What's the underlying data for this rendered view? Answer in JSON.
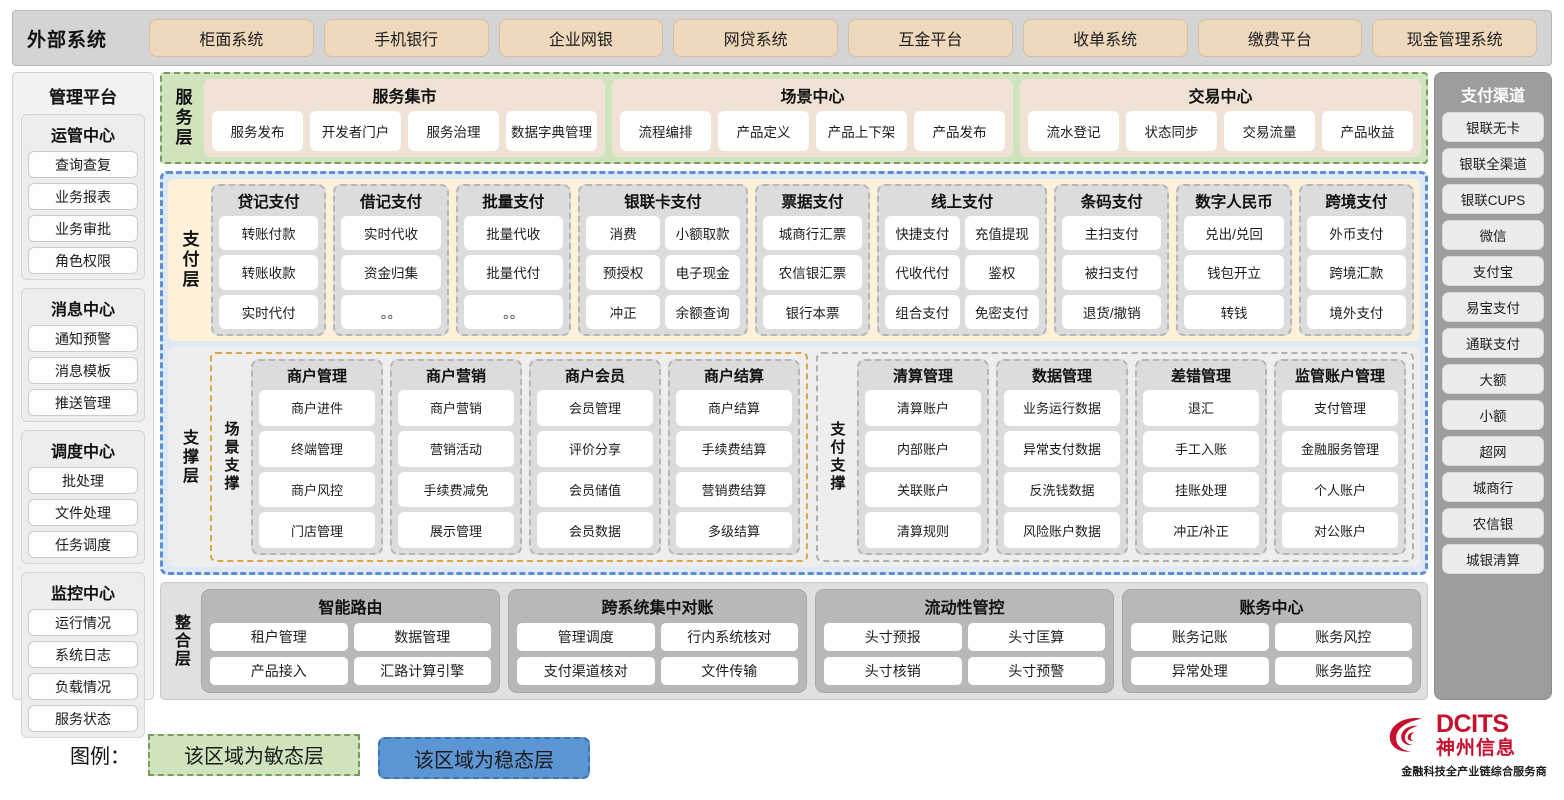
{
  "external": {
    "title": "外部系统",
    "items": [
      "柜面系统",
      "手机银行",
      "企业网银",
      "网贷系统",
      "互金平台",
      "收单系统",
      "缴费平台",
      "现金管理系统"
    ]
  },
  "left_panel": {
    "title": "管理平台",
    "groups": [
      {
        "title": "运管中心",
        "items": [
          "查询查复",
          "业务报表",
          "业务审批",
          "角色权限"
        ]
      },
      {
        "title": "消息中心",
        "items": [
          "通知预警",
          "消息模板",
          "推送管理"
        ]
      },
      {
        "title": "调度中心",
        "items": [
          "批处理",
          "文件处理",
          "任务调度"
        ]
      },
      {
        "title": "监控中心",
        "items": [
          "运行情况",
          "系统日志",
          "负载情况",
          "服务状态"
        ]
      }
    ]
  },
  "right_panel": {
    "title": "支付渠道",
    "items": [
      "银联无卡",
      "银联全渠道",
      "银联CUPS",
      "微信",
      "支付宝",
      "易宝支付",
      "通联支付",
      "大额",
      "小额",
      "超网",
      "城商行",
      "农信银",
      "城银清算"
    ]
  },
  "service_layer": {
    "tag": "服务层",
    "boxes": [
      {
        "title": "服务集市",
        "items": [
          "服务发布",
          "开发者门户",
          "服务治理",
          "数据字典管理"
        ]
      },
      {
        "title": "场景中心",
        "items": [
          "流程编排",
          "产品定义",
          "产品上下架",
          "产品发布"
        ]
      },
      {
        "title": "交易中心",
        "items": [
          "流水登记",
          "状态同步",
          "交易流量",
          "产品收益"
        ]
      }
    ]
  },
  "payment_layer": {
    "tag": "支付层",
    "columns": [
      {
        "title": "贷记支付",
        "cols": 1,
        "wide": false,
        "items": [
          "转账付款",
          "转账收款",
          "实时代付"
        ]
      },
      {
        "title": "借记支付",
        "cols": 1,
        "wide": false,
        "items": [
          "实时代收",
          "资金归集",
          "。。"
        ]
      },
      {
        "title": "批量支付",
        "cols": 1,
        "wide": false,
        "items": [
          "批量代收",
          "批量代付",
          "。。"
        ]
      },
      {
        "title": "银联卡支付",
        "cols": 2,
        "wide": true,
        "items": [
          "消费",
          "小额取款",
          "预授权",
          "电子现金",
          "冲正",
          "余额查询"
        ]
      },
      {
        "title": "票据支付",
        "cols": 1,
        "wide": false,
        "items": [
          "城商行汇票",
          "农信银汇票",
          "银行本票"
        ]
      },
      {
        "title": "线上支付",
        "cols": 2,
        "wide": true,
        "items": [
          "快捷支付",
          "充值提现",
          "代收代付",
          "鉴权",
          "组合支付",
          "免密支付"
        ]
      },
      {
        "title": "条码支付",
        "cols": 1,
        "wide": false,
        "items": [
          "主扫支付",
          "被扫支付",
          "退货/撤销"
        ]
      },
      {
        "title": "数字人民币",
        "cols": 1,
        "wide": false,
        "items": [
          "兑出/兑回",
          "钱包开立",
          "转钱"
        ]
      },
      {
        "title": "跨境支付",
        "cols": 1,
        "wide": false,
        "items": [
          "外币支付",
          "跨境汇款",
          "境外支付"
        ]
      }
    ]
  },
  "support_layer": {
    "tag": "支撑层",
    "zones": [
      {
        "tag": "场景支撑",
        "accent": "#d9a648",
        "columns": [
          {
            "title": "商户管理",
            "items": [
              "商户进件",
              "终端管理",
              "商户风控",
              "门店管理"
            ]
          },
          {
            "title": "商户营销",
            "items": [
              "商户营销",
              "营销活动",
              "手续费减免",
              "展示管理"
            ]
          },
          {
            "title": "商户会员",
            "items": [
              "会员管理",
              "评价分享",
              "会员储值",
              "会员数据"
            ]
          },
          {
            "title": "商户结算",
            "items": [
              "商户结算",
              "手续费结算",
              "营销费结算",
              "多级结算"
            ]
          }
        ]
      },
      {
        "tag": "支付支撑",
        "accent": "#b0b0b0",
        "columns": [
          {
            "title": "清算管理",
            "items": [
              "清算账户",
              "内部账户",
              "关联账户",
              "清算规则"
            ]
          },
          {
            "title": "数据管理",
            "items": [
              "业务运行数据",
              "异常支付数据",
              "反洗钱数据",
              "风险账户数据"
            ]
          },
          {
            "title": "差错管理",
            "items": [
              "退汇",
              "手工入账",
              "挂账处理",
              "冲正/补正"
            ]
          },
          {
            "title": "监管账户管理",
            "items": [
              "支付管理",
              "金融服务管理",
              "个人账户",
              "对公账户"
            ]
          }
        ]
      }
    ]
  },
  "integration_layer": {
    "tag": "整合层",
    "boxes": [
      {
        "title": "智能路由",
        "items": [
          "租户管理",
          "数据管理",
          "产品接入",
          "汇路计算引擎"
        ]
      },
      {
        "title": "跨系统集中对账",
        "items": [
          "管理调度",
          "行内系统核对",
          "支付渠道核对",
          "文件传输"
        ]
      },
      {
        "title": "流动性管控",
        "items": [
          "头寸预报",
          "头寸匡算",
          "头寸核销",
          "头寸预警"
        ]
      },
      {
        "title": "账务中心",
        "items": [
          "账务记账",
          "账务风控",
          "异常处理",
          "账务监控"
        ]
      }
    ]
  },
  "legend": {
    "label": "图例：",
    "agile": "该区域为敏态层",
    "stable": "该区域为稳态层",
    "agile_color": "#cfe3bd",
    "stable_color": "#5b95d4"
  },
  "logo": {
    "en": "DCITS",
    "cn": "神州信息",
    "tagline": "金融科技全产业链综合服务商",
    "color": "#c8102e"
  }
}
